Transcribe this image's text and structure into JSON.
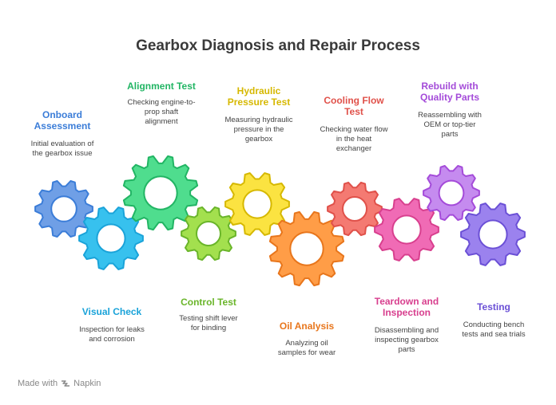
{
  "title": "Gearbox Diagnosis and Repair Process",
  "steps": [
    {
      "title": "Onboard\nAssessment",
      "description": "Initial evaluation of\nthe gearbox issue",
      "color": "#3b7dd8",
      "gear_fill": "#6f9fe6"
    },
    {
      "title": "Visual Check",
      "description": "Inspection for leaks\nand corrosion",
      "color": "#1aa3d9",
      "gear_fill": "#37c1ee"
    },
    {
      "title": "Alignment Test",
      "description": "Checking engine-to-\nprop shaft\nalignment",
      "color": "#22b564",
      "gear_fill": "#4fdd8e"
    },
    {
      "title": "Control Test",
      "description": "Testing shift lever\nfor binding",
      "color": "#6ab52a",
      "gear_fill": "#a3e04e"
    },
    {
      "title": "Hydraulic\nPressure Test",
      "description": "Measuring hydraulic\npressure in the\ngearbox",
      "color": "#d6b800",
      "gear_fill": "#fbe341"
    },
    {
      "title": "Oil Analysis",
      "description": "Analyzing oil\nsamples for wear",
      "color": "#e8761c",
      "gear_fill": "#ff9d47"
    },
    {
      "title": "Cooling Flow\nTest",
      "description": "Checking water flow\nin the heat\nexchanger",
      "color": "#e0514a",
      "gear_fill": "#f47a72"
    },
    {
      "title": "Teardown and\nInspection",
      "description": "Disassembling and\ninspecting gearbox\nparts",
      "color": "#d83f8e",
      "gear_fill": "#f06bb5"
    },
    {
      "title": "Rebuild with\nQuality Parts",
      "description": "Reassembling with\nOEM or top-tier\nparts",
      "color": "#a44bd9",
      "gear_fill": "#c58bef"
    },
    {
      "title": "Testing",
      "description": "Conducting bench\ntests and sea trials",
      "color": "#6b50d6",
      "gear_fill": "#9b82ee"
    }
  ],
  "footer": {
    "made_with": "Made with",
    "brand": "Napkin"
  }
}
